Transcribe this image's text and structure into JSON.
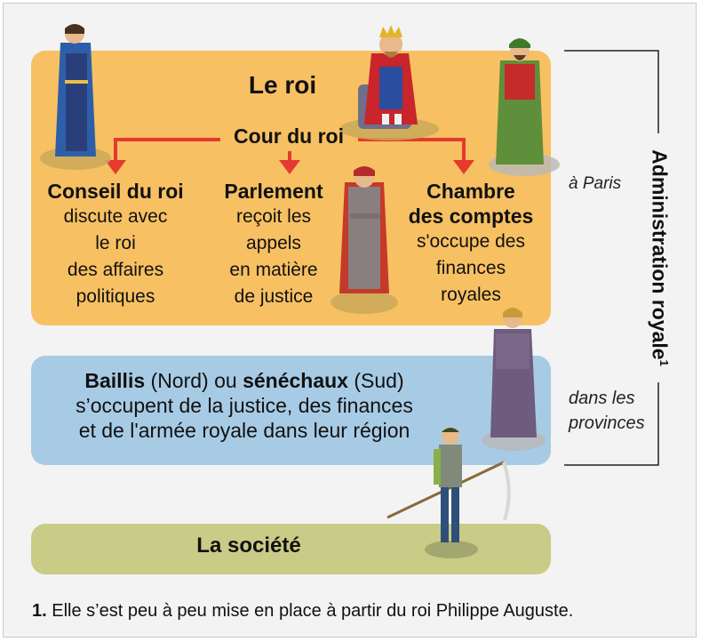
{
  "king": {
    "title": "Le roi"
  },
  "court": {
    "label": "Cour du roi"
  },
  "institutions": [
    {
      "name": "Conseil du roi",
      "lines": [
        "discute avec",
        "le roi",
        "des affaires",
        "politiques"
      ]
    },
    {
      "name": "Parlement",
      "lines": [
        "reçoit les",
        "appels",
        "en matière",
        "de justice"
      ]
    },
    {
      "name_lines": [
        "Chambre",
        "des comptes"
      ],
      "lines": [
        "s'occupe des",
        "finances",
        "royales"
      ]
    }
  ],
  "provinces": {
    "baillis": "Baillis",
    "nord": " (Nord) ou ",
    "senechaux": "sénéchaux",
    "sud": " (Sud)",
    "line2": "s’occupent de la justice, des finances",
    "line3": "et de l'armée royale dans leur région"
  },
  "society": {
    "label": "La société"
  },
  "side_labels": {
    "paris": "à Paris",
    "provinces_line1": "dans les",
    "provinces_line2": "provinces",
    "administration": "Administration royale",
    "administration_sup": "1"
  },
  "footnote": {
    "number": "1.",
    "text": " Elle s’est peu à peu mise en place à partir du roi Philippe Auguste."
  },
  "colors": {
    "paris_box": "#f7c062",
    "provinces_box": "#a7cbe5",
    "society_box": "#c8cc86",
    "arrow": "#e53a2e"
  }
}
